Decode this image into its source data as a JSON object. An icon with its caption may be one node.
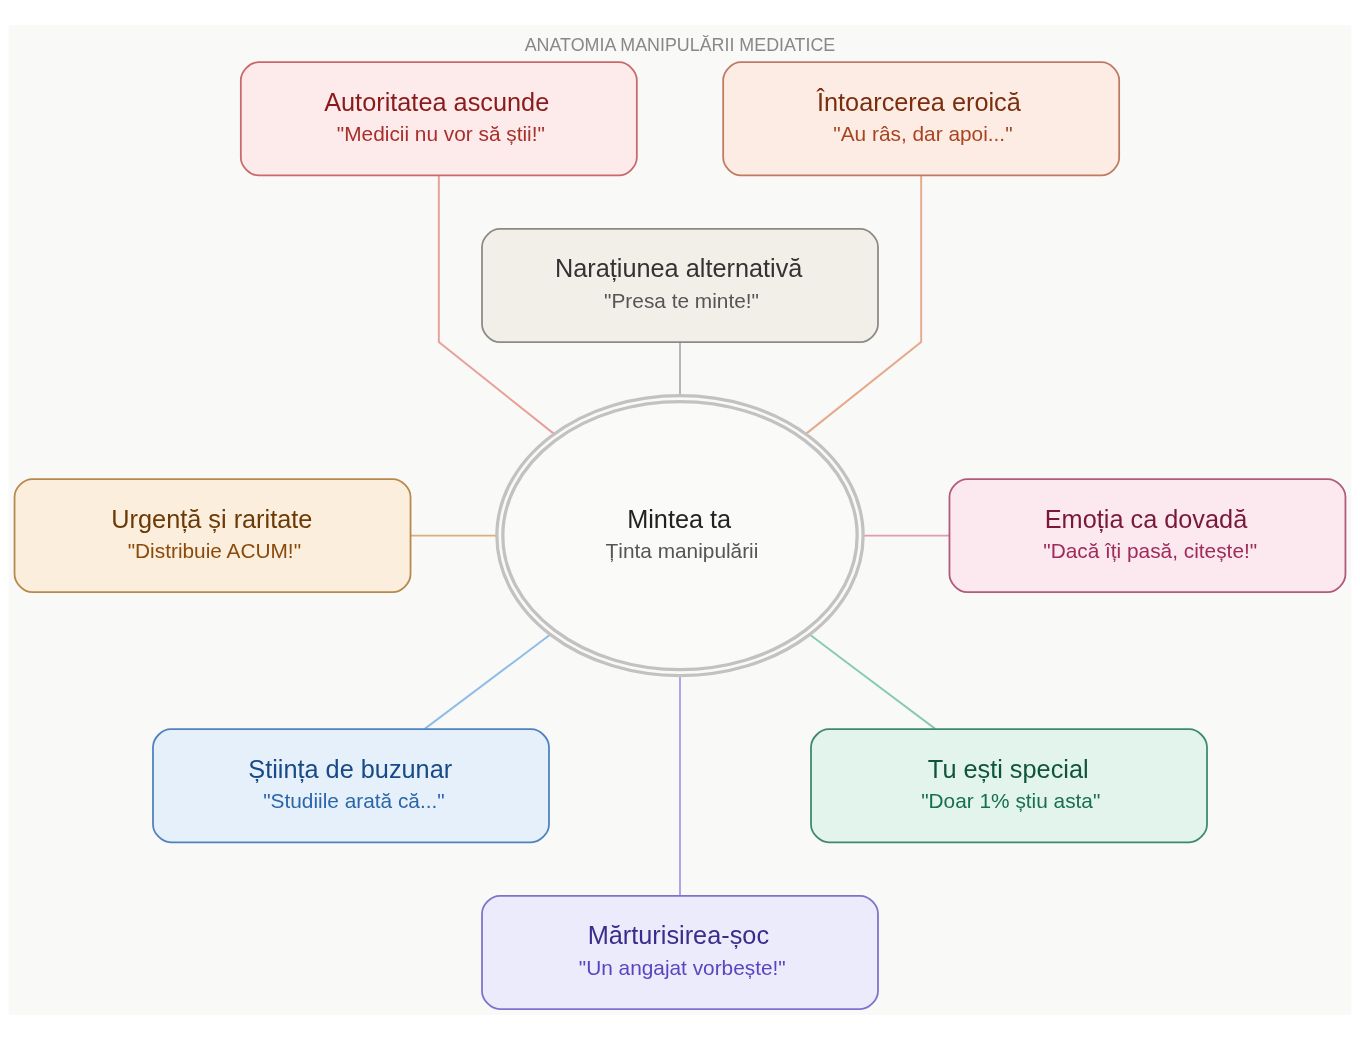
{
  "diagram": {
    "title": "ANATOMIA MANIPULĂRII MEDIATICE",
    "nodes": [
      {
        "text": [
          "Autoritatea ascunde",
          "\"Medicii nu vor să știi!\""
        ]
      },
      {
        "text": [
          "Întoarcerea eroică",
          "\"Au râs, dar apoi...\""
        ]
      },
      {
        "text": [
          "Narațiunea alternativă",
          "\"Presa te minte!\""
        ]
      },
      {
        "text": [
          "Urgență și raritate",
          "\"Distribuie ACUM!\""
        ]
      },
      {
        "text": [
          "Mintea ta",
          "Ținta manipulării"
        ]
      },
      {
        "text": [
          "Emoția ca dovadă",
          "\"Dacă îți pasă, citește!\""
        ]
      },
      {
        "text": [
          "Știința de buzunar",
          "\"Studiile arată că...\""
        ]
      },
      {
        "text": [
          "Tu ești special",
          "\"Doar 1% știu asta\""
        ]
      },
      {
        "text": [
          "Mărturisirea-șoc",
          "\"Un angajat vorbește!\""
        ]
      }
    ],
    "edges": [
      {
        "from": 0,
        "to": 4,
        "arrow": "none",
        "color": "#e8a09a"
      },
      {
        "from": 1,
        "to": 4,
        "arrow": "none",
        "color": "#e8a88c"
      },
      {
        "from": 2,
        "to": 4,
        "arrow": "none",
        "color": "#b4b4b4"
      },
      {
        "from": 3,
        "to": 4,
        "arrow": "none",
        "color": "#d8b07a"
      },
      {
        "from": 4,
        "to": 5,
        "arrow": "none",
        "color": "#e49ab4"
      },
      {
        "from": 4,
        "to": 6,
        "arrow": "none",
        "color": "#90bce8"
      },
      {
        "from": 4,
        "to": 7,
        "arrow": "none",
        "color": "#88ccb0"
      },
      {
        "from": 4,
        "to": 8,
        "arrow": "none",
        "color": "#a8a4e8"
      }
    ]
  }
}
